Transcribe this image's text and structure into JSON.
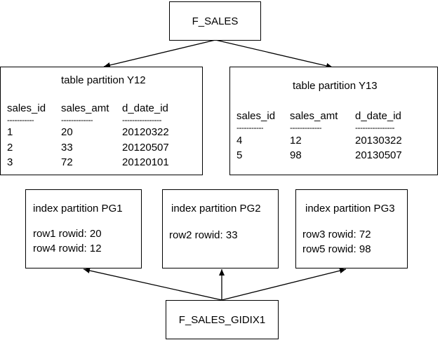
{
  "table_box": {
    "label": "F_SALES"
  },
  "index_box": {
    "label": "F_SALES_GIDIX1"
  },
  "table_partitions": [
    {
      "title": "table partition Y12",
      "headers": [
        "sales_id",
        "sales_amt",
        "d_date_id"
      ],
      "dashes": [
        "-----------",
        "-------------",
        "----------------"
      ],
      "rows": [
        [
          "1",
          "20",
          "20120322"
        ],
        [
          "2",
          "33",
          "20120507"
        ],
        [
          "3",
          "72",
          "20120101"
        ]
      ]
    },
    {
      "title": "table partition Y13",
      "headers": [
        "sales_id",
        "sales_amt",
        "d_date_id"
      ],
      "dashes": [
        "-----------",
        "-------------",
        "----------------"
      ],
      "rows": [
        [
          "4",
          "12",
          "20130322"
        ],
        [
          "5",
          "98",
          "20130507"
        ]
      ]
    }
  ],
  "index_partitions": [
    {
      "title": "index partition PG1",
      "lines": [
        "row1 rowid: 20",
        "row4 rowid: 12"
      ]
    },
    {
      "title": "index partition PG2",
      "lines": [
        "row2 rowid: 33"
      ]
    },
    {
      "title": "index partition PG3",
      "lines": [
        "row3 rowid: 72",
        "row5 rowid: 98"
      ]
    }
  ]
}
